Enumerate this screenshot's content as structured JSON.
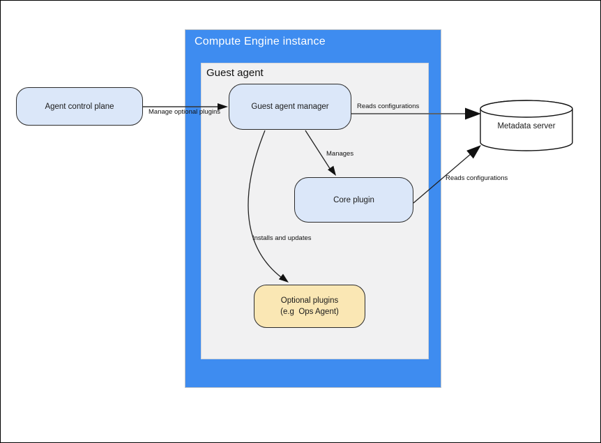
{
  "diagram": {
    "background_color": "#ffffff",
    "containers": {
      "compute_engine": {
        "title": "Compute Engine instance",
        "fill": "#3e8cf0",
        "title_color": "#ffffff"
      },
      "guest_agent": {
        "title": "Guest agent",
        "fill": "#f1f1f2"
      }
    },
    "nodes": {
      "agent_control_plane": {
        "label": "Agent control plane",
        "fill": "#dbe7f9",
        "shape": "rounded-rect"
      },
      "guest_agent_manager": {
        "label": "Guest agent manager",
        "fill": "#dbe7f9",
        "shape": "rounded-rect"
      },
      "core_plugin": {
        "label": "Core plugin",
        "fill": "#dbe7f9",
        "shape": "rounded-rect"
      },
      "optional_plugins": {
        "label_line1": "Optional plugins",
        "label_line2": "(e.g  Ops Agent)",
        "fill": "#fae7b4",
        "shape": "rounded-rect"
      },
      "metadata_server": {
        "label": "Metadata server",
        "fill": "#ffffff",
        "shape": "cylinder"
      }
    },
    "edges": {
      "manage_optional_plugins": {
        "label": "Manage optional plugins",
        "from": "agent_control_plane",
        "to": "guest_agent_manager"
      },
      "reads_configurations_manager": {
        "label": "Reads configurations",
        "from": "guest_agent_manager",
        "to": "metadata_server"
      },
      "manages": {
        "label": "Manages",
        "from": "guest_agent_manager",
        "to": "core_plugin"
      },
      "reads_configurations_core": {
        "label": "Reads configurations",
        "from": "core_plugin",
        "to": "metadata_server"
      },
      "installs_and_updates": {
        "label": "Installs and updates",
        "from": "guest_agent_manager",
        "to": "optional_plugins"
      }
    }
  }
}
